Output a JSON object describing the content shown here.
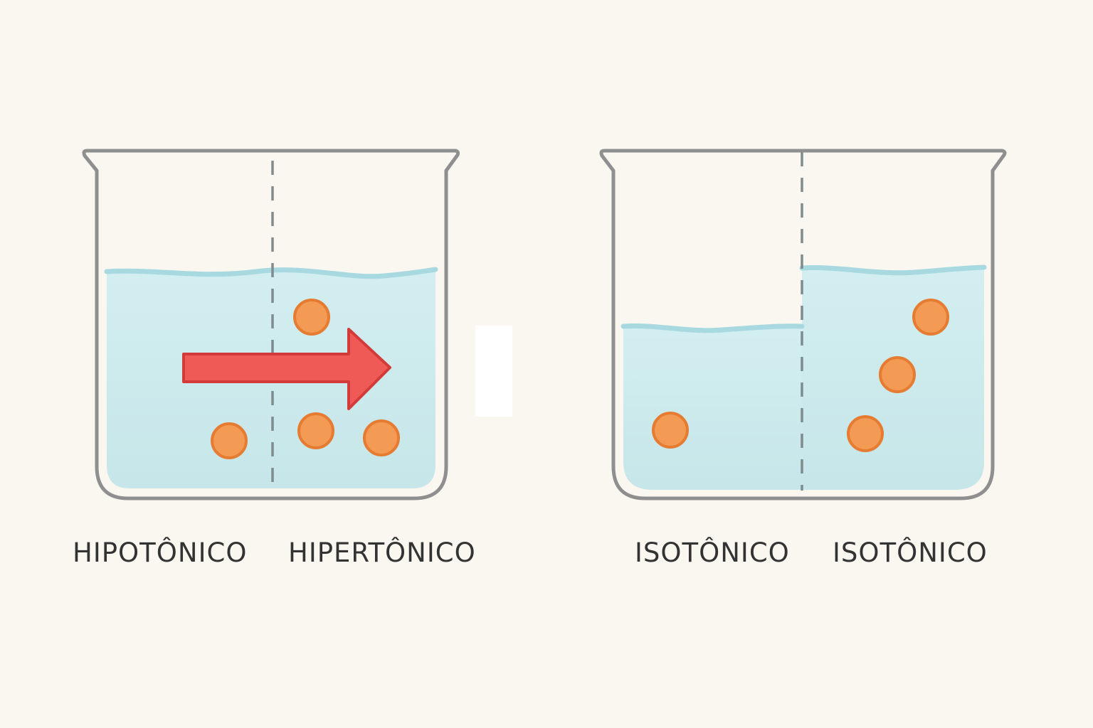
{
  "labels": {
    "left_beaker_left": "HIPOTÔNICO",
    "left_beaker_right": "HIPERTÔNICO",
    "right_beaker_left": "ISOTÔNICO",
    "right_beaker_right": "ISOTÔNICO"
  },
  "colors": {
    "background": "#faf7f1",
    "glass_outline": "#8e8e8e",
    "water": "#c9e7ea",
    "water_surface": "#9fd0d9",
    "solute_fill": "#f39a55",
    "solute_stroke": "#e57c31",
    "arrow": "#ef5a57",
    "arrow_stroke": "#d23b39",
    "membrane": "#7f8b8d",
    "text": "#333333"
  },
  "icons": {
    "arrow": "water-flow-arrow-right",
    "particle": "solute-particle"
  },
  "diagram": {
    "left_beaker": {
      "membrane": "dashed",
      "arrow_direction": "right",
      "left_side_particles": 1,
      "right_side_particles": 3
    },
    "right_beaker": {
      "membrane": "dashed",
      "left_side_particles": 1,
      "right_side_particles": 3,
      "higher_level_side": "right"
    }
  }
}
